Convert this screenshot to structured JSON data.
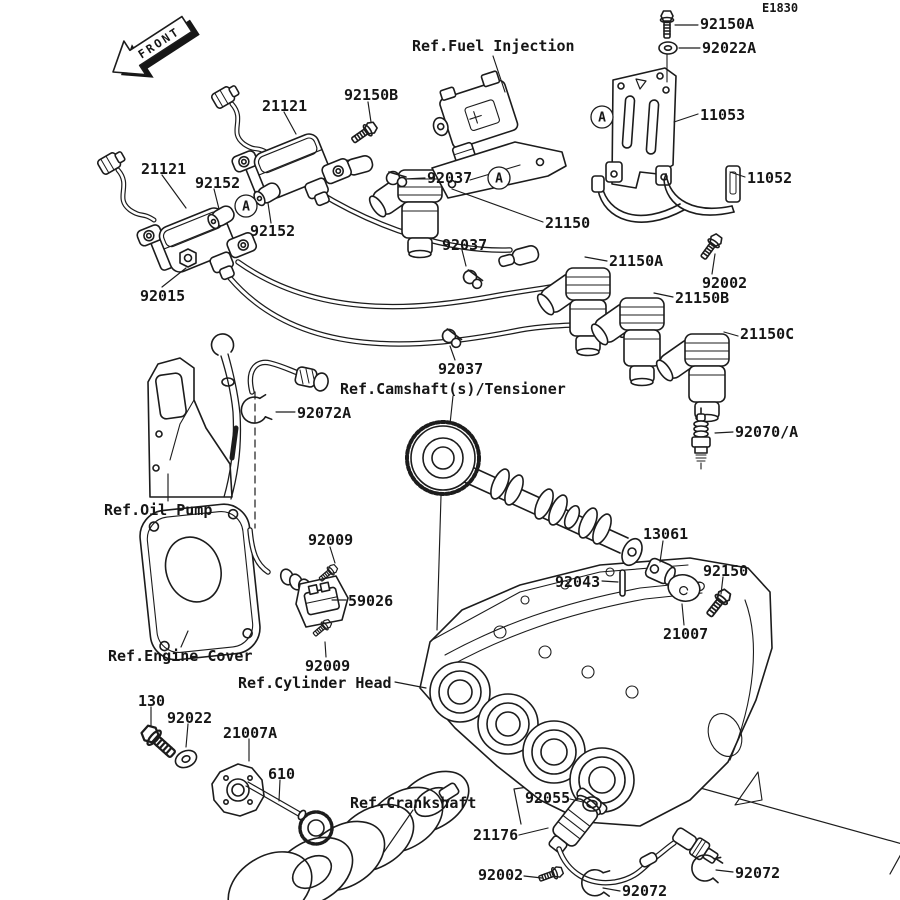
{
  "meta": {
    "drawing_code": "E1830",
    "orientation_label": "FRONT",
    "assembly_marker": "A"
  },
  "labels": {
    "e1830": "E1830",
    "front": "FRONT",
    "marker_a": "A",
    "n92150a": "92150A",
    "n92022a": "92022A",
    "ref_fuel_injection": "Ref.Fuel Injection",
    "n11053": "11053",
    "n21121_upper": "21121",
    "n92150b": "92150B",
    "n21121_lower": "21121",
    "n92152_upper": "92152",
    "n92152_lower": "92152",
    "n92037_top": "92037",
    "n21150": "21150",
    "n11052": "11052",
    "n21150a": "21150A",
    "n92002_top": "92002",
    "n21150b": "21150B",
    "n21150c": "21150C",
    "n92015": "92015",
    "n92037_mid": "92037",
    "n92037_low": "92037",
    "ref_camshaft": "Ref.Camshaft(s)/Tensioner",
    "n92072a": "92072A",
    "n92070a": "92070/A",
    "ref_oil_pump": "Ref.Oil Pump",
    "n92009_top": "92009",
    "n59026": "59026",
    "n13061": "13061",
    "n92043": "92043",
    "n92150": "92150",
    "n21007": "21007",
    "ref_engine_cover": "Ref.Engine Cover",
    "n92009_bottom": "92009",
    "ref_cylinder_head": "Ref.Cylinder Head",
    "n130": "130",
    "n92022": "92022",
    "n21007a": "21007A",
    "n610": "610",
    "ref_crankshaft": "Ref.Crankshaft",
    "n92055": "92055",
    "n21176": "21176",
    "n92002_bottom": "92002",
    "n92072_left": "92072",
    "n92072_right": "92072"
  }
}
